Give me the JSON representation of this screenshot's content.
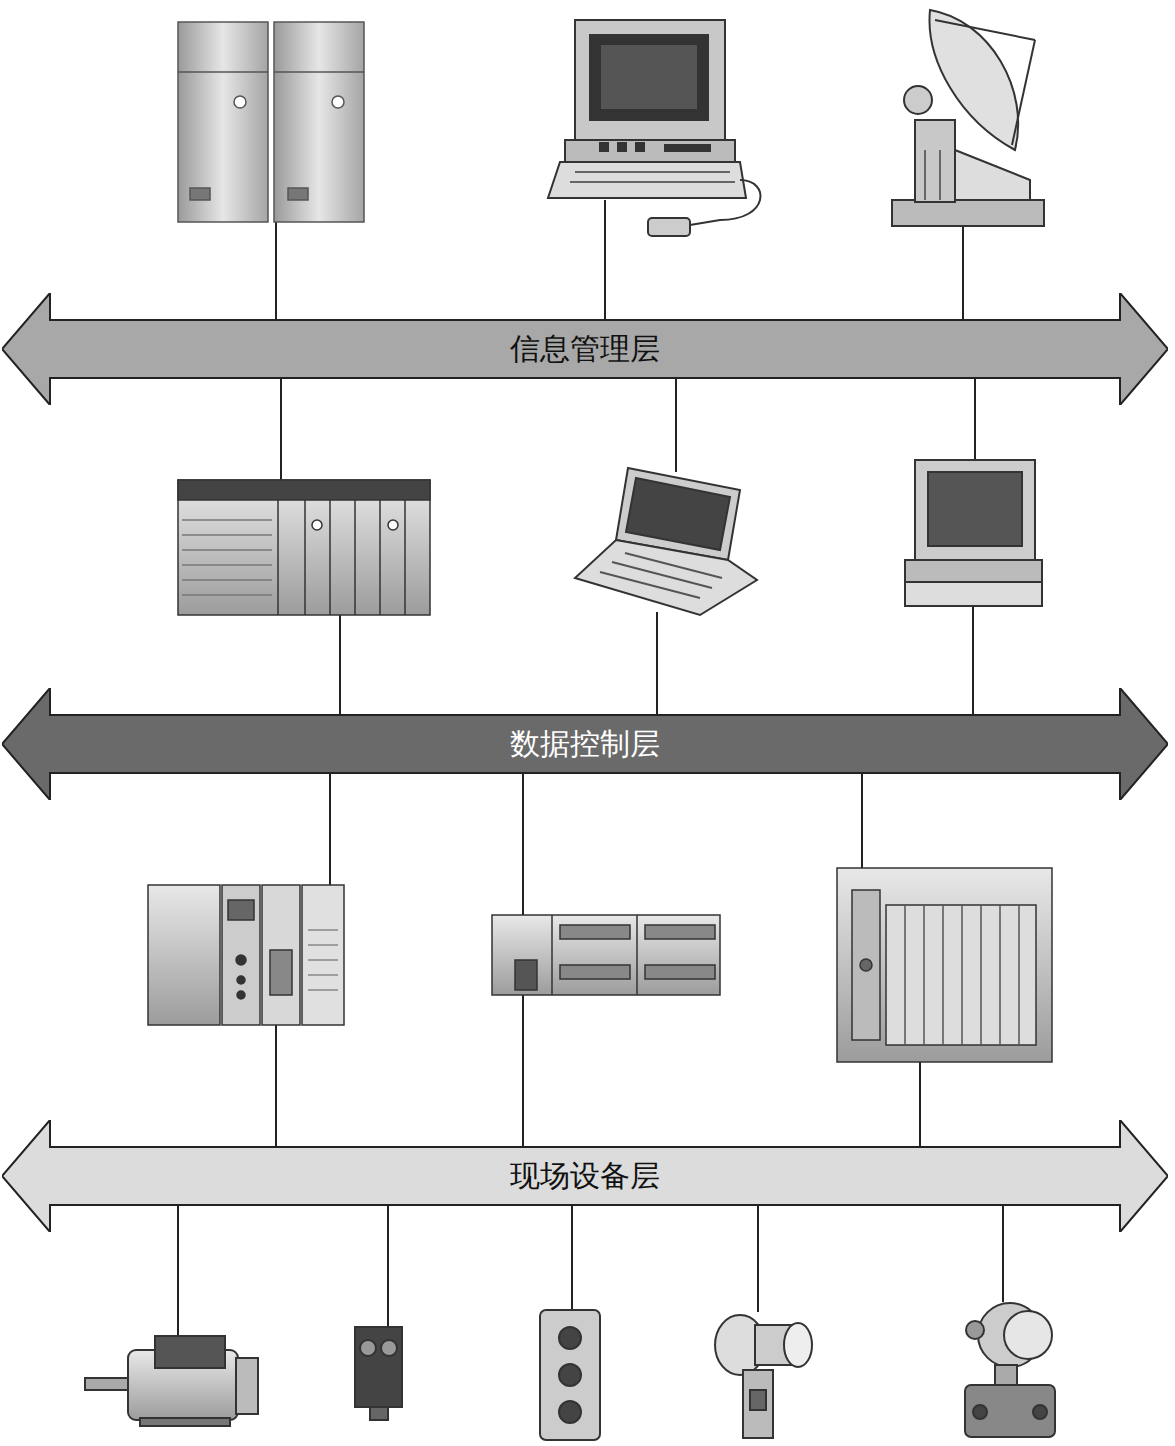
{
  "diagram": {
    "nodes": [
      {
        "text": [
          "信息管理层"
        ]
      },
      {
        "text": [
          "数据控制层"
        ]
      },
      {
        "text": [
          "现场设备层"
        ]
      }
    ]
  }
}
